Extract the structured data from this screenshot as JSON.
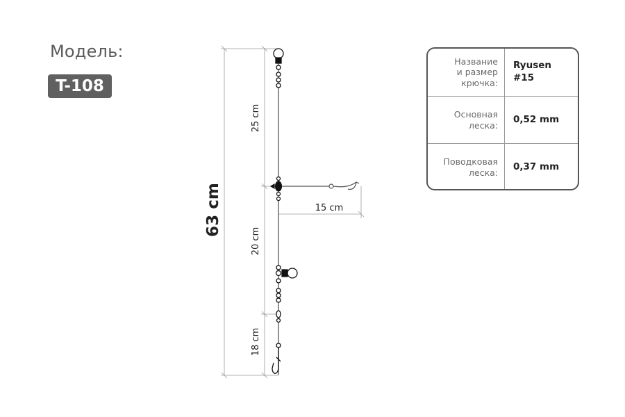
{
  "model": {
    "label": "Модель:",
    "code": "T-108"
  },
  "dimensions": {
    "total": "63 cm",
    "segment_top": "25 cm",
    "segment_middle": "20 cm",
    "segment_bottom": "18 cm",
    "branch": "15 cm"
  },
  "specs": {
    "rows": [
      {
        "name": "Название\nи размер\nкрючка:",
        "value": "Ryusen\n#15"
      },
      {
        "name": "Основная\nлеска:",
        "value": "0,52 mm"
      },
      {
        "name": "Поводковая\nлеска:",
        "value": "0,37 mm"
      }
    ]
  },
  "colors": {
    "line": "#555555",
    "dimension_line": "#9a9a9a",
    "hardware": "#111111",
    "badge": "#606060"
  }
}
